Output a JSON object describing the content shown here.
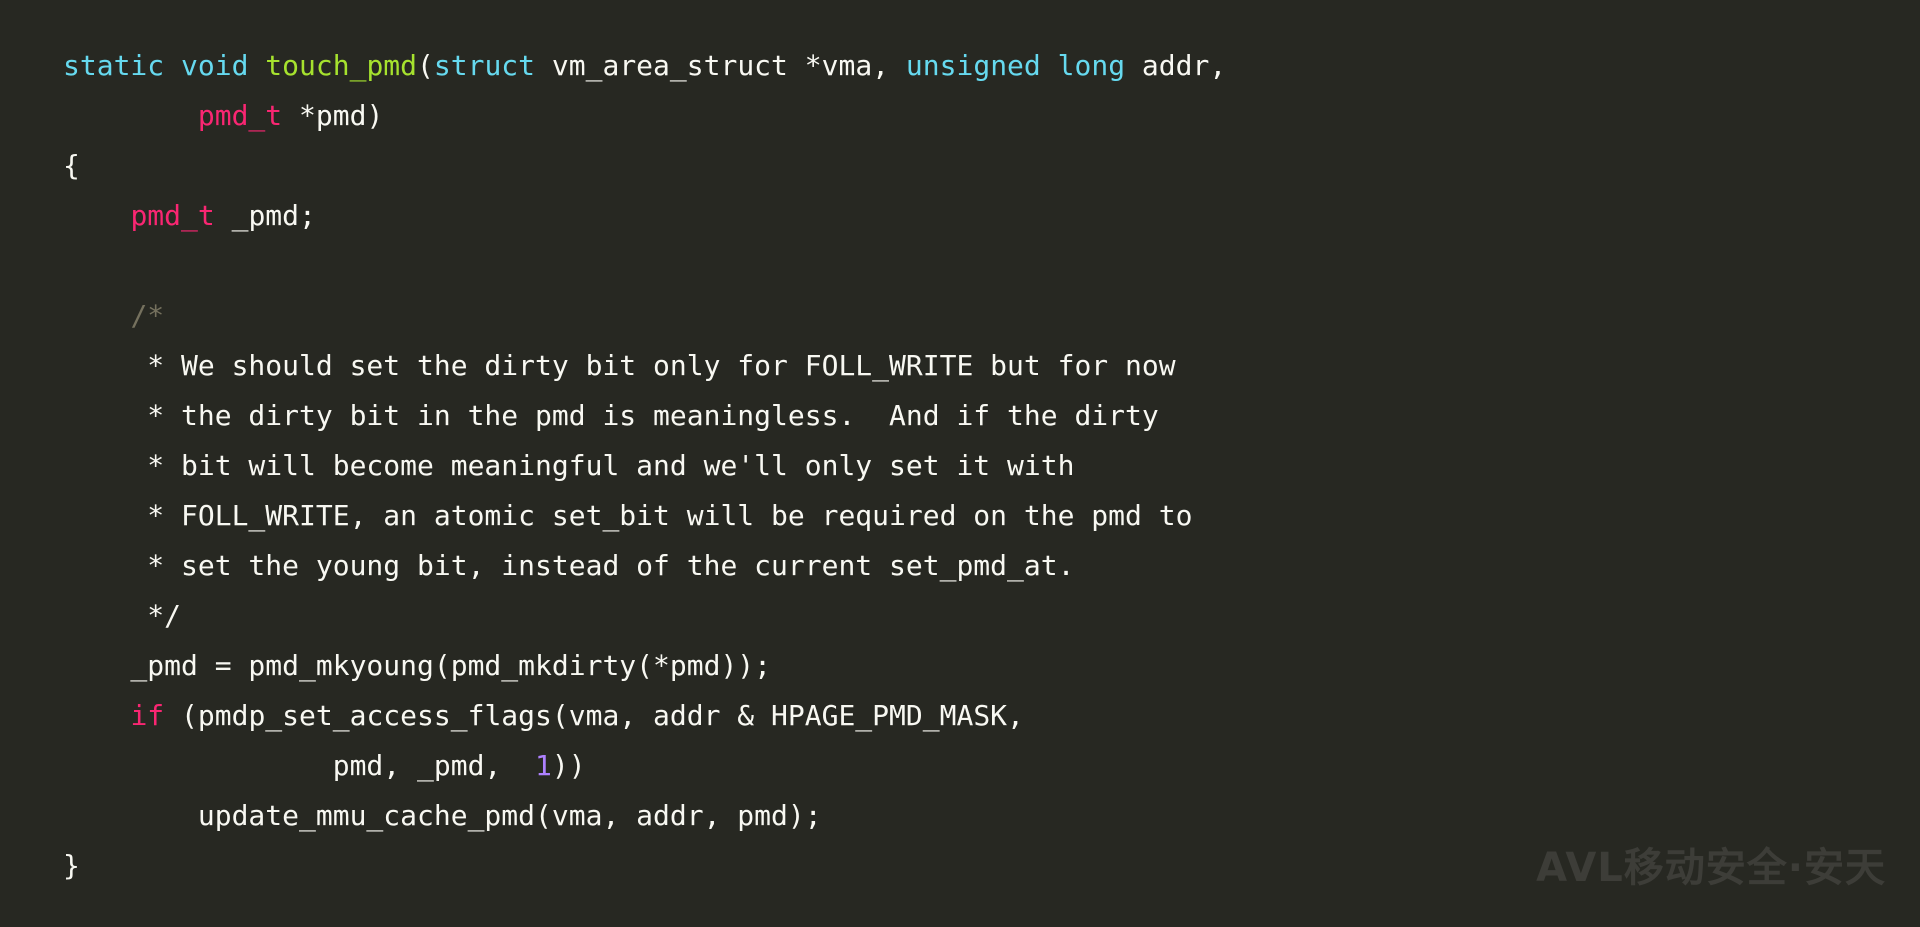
{
  "colors": {
    "background": "#272822",
    "plain": "#f8f8f2",
    "type_keyword": "#66d9ef",
    "function_name": "#a6e22e",
    "pink_keyword": "#f92672",
    "comment_start": "#75715e",
    "number": "#ae81ff"
  },
  "code_lines": [
    [
      {
        "t": "static void ",
        "c": "k-type"
      },
      {
        "t": "touch_pmd",
        "c": "k-func"
      },
      {
        "t": "(",
        "c": "k-plain"
      },
      {
        "t": "struct",
        "c": "k-type"
      },
      {
        "t": " vm_area_struct *vma, ",
        "c": "k-plain"
      },
      {
        "t": "unsigned long",
        "c": "k-type"
      },
      {
        "t": " addr,",
        "c": "k-plain"
      }
    ],
    [
      {
        "t": "        ",
        "c": "k-plain"
      },
      {
        "t": "pmd_t",
        "c": "k-pink"
      },
      {
        "t": " *pmd)",
        "c": "k-plain"
      }
    ],
    [
      {
        "t": "{",
        "c": "k-plain"
      }
    ],
    [
      {
        "t": "    ",
        "c": "k-plain"
      },
      {
        "t": "pmd_t",
        "c": "k-pink"
      },
      {
        "t": " _pmd;",
        "c": "k-plain"
      }
    ],
    [
      {
        "t": "",
        "c": "k-plain"
      }
    ],
    [
      {
        "t": "    ",
        "c": "k-plain"
      },
      {
        "t": "/*",
        "c": "k-comment"
      }
    ],
    [
      {
        "t": "     * We should set the dirty bit only for FOLL_WRITE but for now",
        "c": "k-plain"
      }
    ],
    [
      {
        "t": "     * the dirty bit in the pmd is meaningless.  And if the dirty",
        "c": "k-plain"
      }
    ],
    [
      {
        "t": "     * bit will become meaningful and we'll only set it with",
        "c": "k-plain"
      }
    ],
    [
      {
        "t": "     * FOLL_WRITE, an atomic set_bit will be required on the pmd to",
        "c": "k-plain"
      }
    ],
    [
      {
        "t": "     * set the young bit, instead of the current set_pmd_at.",
        "c": "k-plain"
      }
    ],
    [
      {
        "t": "     */",
        "c": "k-plain"
      }
    ],
    [
      {
        "t": "    _pmd = pmd_mkyoung(pmd_mkdirty(*pmd));",
        "c": "k-plain"
      }
    ],
    [
      {
        "t": "    ",
        "c": "k-plain"
      },
      {
        "t": "if",
        "c": "k-pink"
      },
      {
        "t": " (pmdp_set_access_flags(vma, addr & HPAGE_PMD_MASK,",
        "c": "k-plain"
      }
    ],
    [
      {
        "t": "                pmd, _pmd,  ",
        "c": "k-plain"
      },
      {
        "t": "1",
        "c": "k-num"
      },
      {
        "t": "))",
        "c": "k-plain"
      }
    ],
    [
      {
        "t": "        update_mmu_cache_pmd(vma, addr, pmd);",
        "c": "k-plain"
      }
    ],
    [
      {
        "t": "}",
        "c": "k-plain"
      }
    ]
  ],
  "watermark": {
    "text": "AVL移动安全·安天"
  }
}
